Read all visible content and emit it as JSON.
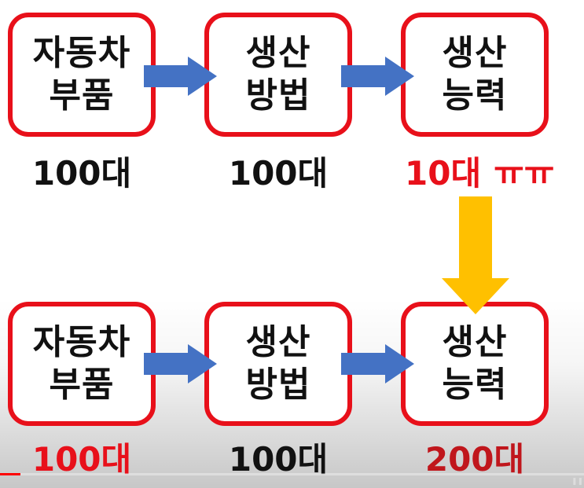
{
  "top_row": {
    "boxes": [
      {
        "line1": "자동차",
        "line2": "부품"
      },
      {
        "line1": "생산",
        "line2": "방법"
      },
      {
        "line1": "생산",
        "line2": "능력"
      }
    ],
    "counts": [
      "100대",
      "100대",
      "10대"
    ],
    "cry_symbol": "ㅠㅠ"
  },
  "bottom_row": {
    "boxes": [
      {
        "line1": "자동차",
        "line2": "부품"
      },
      {
        "line1": "생산",
        "line2": "방법"
      },
      {
        "line1": "생산",
        "line2": "능력"
      }
    ],
    "counts": [
      "100대",
      "100대",
      "200대"
    ]
  },
  "colors": {
    "box_border": "#e8101a",
    "arrow_blue": "#4472c4",
    "arrow_gold": "#ffc000",
    "highlight_red": "#e8101a",
    "text": "#111111"
  },
  "video_player": {
    "progress_fraction": 0.035
  }
}
